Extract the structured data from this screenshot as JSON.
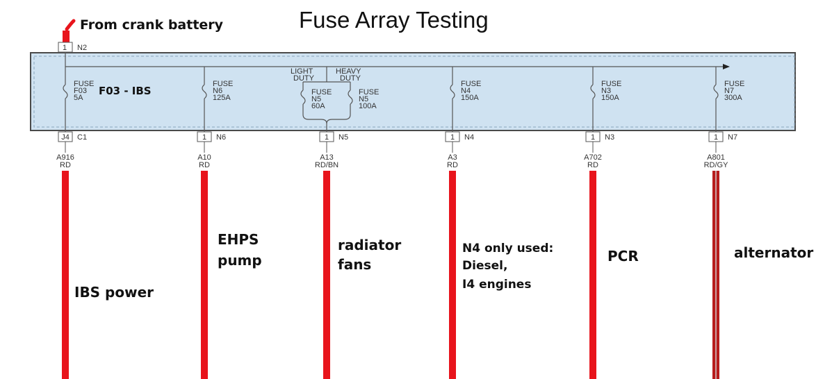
{
  "title": "Fuse Array Testing",
  "input": {
    "note": "From crank battery",
    "pin": "1",
    "connector": "N2"
  },
  "colors": {
    "wire_red": "#e8141c",
    "wire_dark_red": "#b71c1c",
    "wire_gray_stripe": "#c9a0a0",
    "panel_fill": "#cfe2f1",
    "panel_border": "#4a4a4a",
    "line": "#555555"
  },
  "light_duty_label": [
    "LIGHT",
    "DUTY"
  ],
  "heavy_duty_label": [
    "HEAVY",
    "DUTY"
  ],
  "fuses": [
    {
      "id": "f03",
      "fuse_lines": [
        "FUSE",
        "F03",
        "5A"
      ],
      "extra": "F03 - IBS",
      "pin": "J4",
      "connector": "C1",
      "wire_code": "A916",
      "wire_color": "RD",
      "load_lines": [
        "IBS power"
      ]
    },
    {
      "id": "n6",
      "fuse_lines": [
        "FUSE",
        "N6",
        "125A"
      ],
      "pin": "1",
      "connector": "N6",
      "wire_code": "A10",
      "wire_color": "RD",
      "load_lines": [
        "EHPS",
        "pump"
      ]
    },
    {
      "id": "n5",
      "pair": [
        {
          "fuse_lines": [
            "FUSE",
            "N5",
            "60A"
          ]
        },
        {
          "fuse_lines": [
            "FUSE",
            "N5",
            "100A"
          ]
        }
      ],
      "pin": "1",
      "connector": "N5",
      "wire_code": "A13",
      "wire_color": "RD/BN",
      "load_lines": [
        "radiator",
        "fans"
      ]
    },
    {
      "id": "n4",
      "fuse_lines": [
        "FUSE",
        "N4",
        "150A"
      ],
      "pin": "1",
      "connector": "N4",
      "wire_code": "A3",
      "wire_color": "RD",
      "load_lines": [
        "N4 only used:",
        "Diesel,",
        "I4 engines"
      ]
    },
    {
      "id": "n3",
      "fuse_lines": [
        "FUSE",
        "N3",
        "150A"
      ],
      "pin": "1",
      "connector": "N3",
      "wire_code": "A702",
      "wire_color": "RD",
      "load_lines": [
        "PCR"
      ]
    },
    {
      "id": "n7",
      "fuse_lines": [
        "FUSE",
        "N7",
        "300A"
      ],
      "pin": "1",
      "connector": "N7",
      "wire_code": "A801",
      "wire_color": "RD/GY",
      "load_lines": [
        "alternator"
      ]
    }
  ]
}
